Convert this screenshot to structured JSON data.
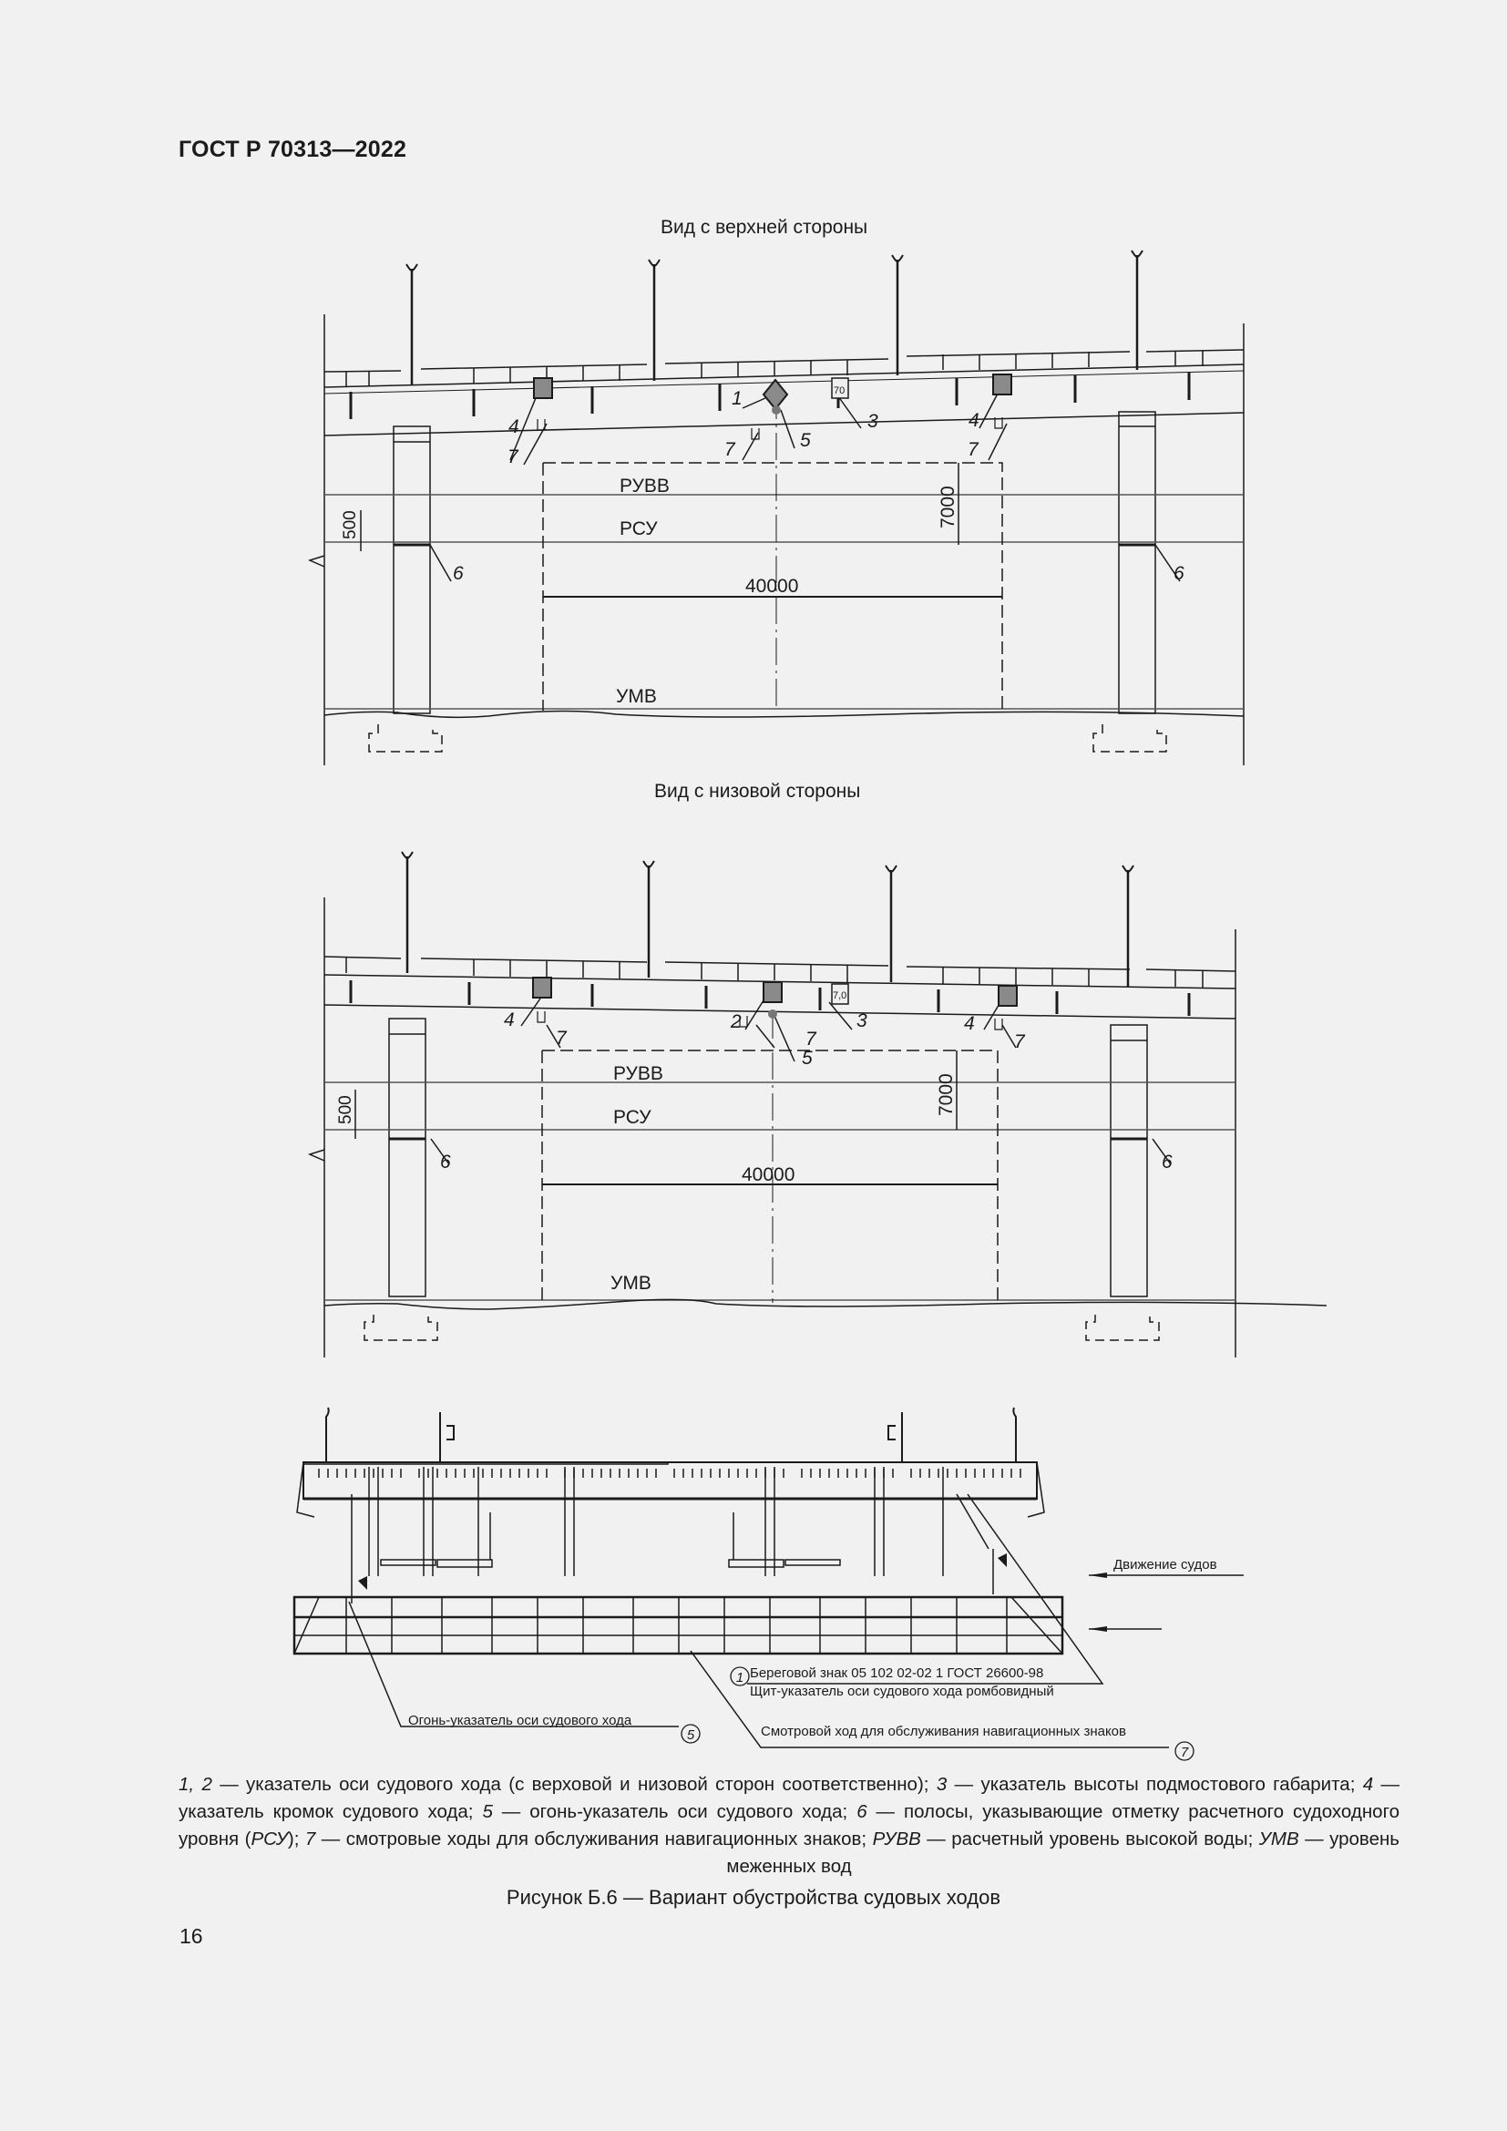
{
  "header": {
    "doc_id": "ГОСТ Р 70313—2022"
  },
  "views": [
    {
      "title": "Вид с верхней стороны",
      "callouts": [
        "1",
        "3",
        "4",
        "4",
        "5",
        "6",
        "6",
        "7",
        "7",
        "7"
      ],
      "levels": {
        "high_water": "РУВВ",
        "design_level": "РСУ",
        "low_water": "УМВ"
      },
      "dimensions": {
        "clearance_height": "7000",
        "channel_width": "40000",
        "strip_offset": "500"
      },
      "height_sign": "70"
    },
    {
      "title": "Вид с низовой стороны",
      "callouts": [
        "2",
        "3",
        "4",
        "4",
        "5",
        "6",
        "6",
        "7",
        "7",
        "7"
      ],
      "levels": {
        "high_water": "РУВВ",
        "design_level": "РСУ",
        "low_water": "УМВ"
      },
      "dimensions": {
        "clearance_height": "7000",
        "channel_width": "40000",
        "strip_offset": "500"
      },
      "height_sign": "7,0"
    }
  ],
  "section": {
    "ship_movement_label": "Движение судов",
    "notes": [
      {
        "num": "1",
        "line1": "Береговой знак 05 102 02-02 1 ГОСТ 26600-98",
        "line2": "Щит-указатель оси судового хода ромбовидный"
      },
      {
        "num": "5",
        "line1": "Огонь-указатель оси судового хода"
      },
      {
        "num": "7",
        "line1": "Смотровой ход для обслуживания навигационных знаков"
      }
    ]
  },
  "legend": [
    {
      "key": "1, 2",
      "text": "указатель оси судового хода (с верховой и низовой сторон соответственно);"
    },
    {
      "key": "3",
      "text": "указатель высоты подмостового габарита;"
    },
    {
      "key": "4",
      "text": "указатель кромок судового хода;"
    },
    {
      "key": "5",
      "text": "огонь-указатель оси судового хода;"
    },
    {
      "key": "6",
      "text": "полосы, указывающие отметку расчетного судоходного уровня (",
      "abbr": "РСУ",
      "tail": ");"
    },
    {
      "key": "7",
      "text": "смотровые ходы для обслуживания навигационных знаков;"
    },
    {
      "key": "РУВВ",
      "text": "расчетный уровень высокой воды;"
    },
    {
      "key": "УМВ",
      "text": "уровень меженных вод"
    }
  ],
  "caption": "Рисунок Б.6 — Вариант обустройства судовых ходов",
  "page_number": "16",
  "colors": {
    "paper": "#f1f1f1",
    "ink": "#1b1b1b",
    "sign_fill": "#8a8a8a"
  }
}
